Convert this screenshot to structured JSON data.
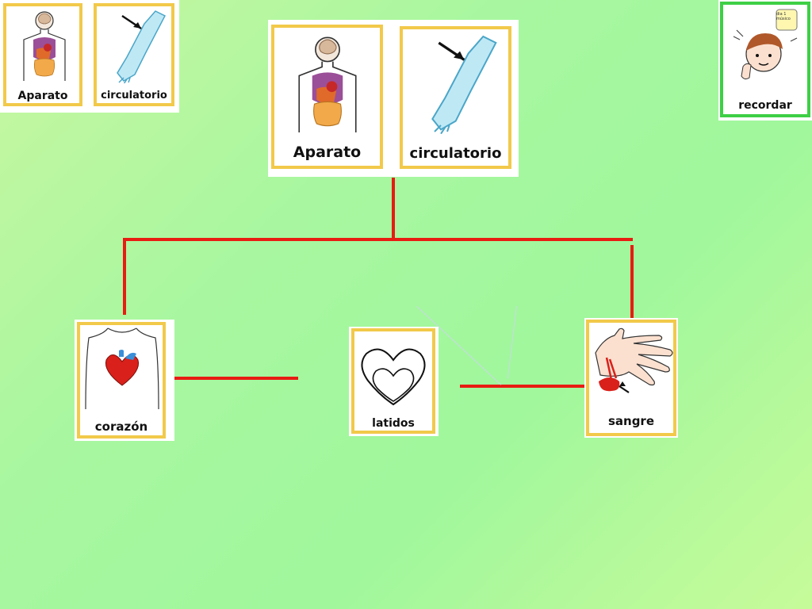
{
  "top_left_strip": {
    "card1_label": "Aparato",
    "card2_label": "circulatorio"
  },
  "main_title": {
    "card1_label": "Aparato",
    "card2_label": "circulatorio"
  },
  "recordar": {
    "label": "recordar",
    "note_text": "dia 1\nmúsico"
  },
  "nodes": [
    {
      "id": "corazon",
      "label": "corazón",
      "icon": "heart-torso-icon"
    },
    {
      "id": "latidos",
      "label": "latidos",
      "icon": "heartbeat-icon"
    },
    {
      "id": "sangre",
      "label": "sangre",
      "icon": "bleeding-hand-icon"
    }
  ],
  "colors": {
    "card_border": "#f2c94a",
    "recordar_border": "#3ecf45",
    "connector": "#e81c12"
  }
}
